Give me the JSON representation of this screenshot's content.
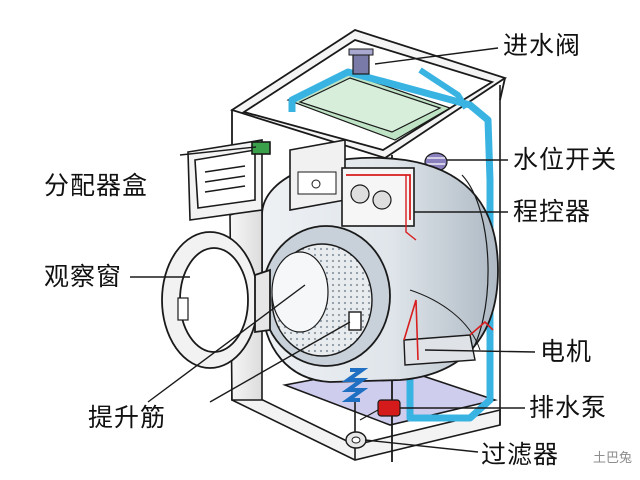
{
  "labels": {
    "inlet_valve": "进水阀",
    "water_level_switch": "水位开关",
    "program_controller": "程控器",
    "dispenser_box": "分配器盒",
    "observation_window": "观察窗",
    "motor": "电机",
    "drain_pump": "排水泵",
    "lifter": "提升筋",
    "filter": "过滤器"
  },
  "watermark": "土巴兔",
  "colors": {
    "line": "#1a1a1a",
    "water_pipe": "#39b4e2",
    "inlet_valve": "#7a7aa8",
    "water_level_switch": "#8a7fbd",
    "dispenser": "#3aa04a",
    "controller_wire": "#d81e1e",
    "drain_pump": "#d41a1a",
    "drum_shadow": "#b9c4cf",
    "base_tray": "#c9c7ea"
  }
}
